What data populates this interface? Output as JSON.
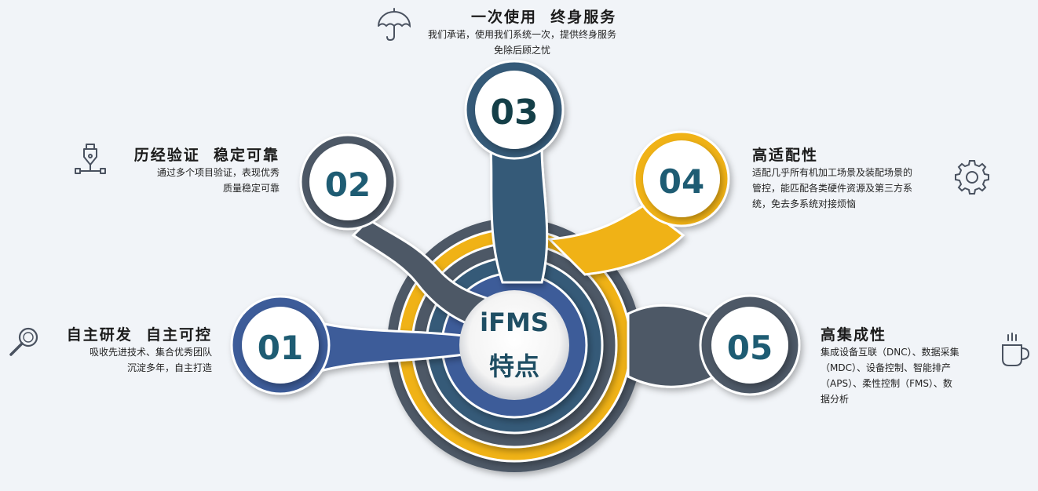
{
  "center": {
    "line1": "iFMS",
    "line2": "特点"
  },
  "features": [
    {
      "num": "01",
      "title": "自主研发  自主可控",
      "desc1": "吸收先进技术、集合优秀团队",
      "desc2": "沉淀多年，自主打造",
      "icon": "magnifier-icon",
      "color": "#3c5c99"
    },
    {
      "num": "02",
      "title": "历经验证  稳定可靠",
      "desc1": "通过多个项目验证，表现优秀",
      "desc2": "质量稳定可靠",
      "icon": "pen-nib-icon",
      "color": "#4d5866"
    },
    {
      "num": "03",
      "title": "一次使用  终身服务",
      "desc1": "我们承诺，使用我们系统一次，提供终身服务",
      "desc2": "免除后顾之忧",
      "icon": "umbrella-icon",
      "color": "#355a78"
    },
    {
      "num": "04",
      "title": "高适配性",
      "desc1": "适配几乎所有机加工场景及装配场景的",
      "desc2": "管控，能匹配各类硬件资源及第三方系",
      "desc3": "统，免去多系统对接烦恼",
      "icon": "gear-icon",
      "color": "#f0b215"
    },
    {
      "num": "05",
      "title": "高集成性",
      "desc1": "集成设备互联（DNC）、数据采集",
      "desc2": "（MDC）、设备控制、智能排产",
      "desc3": "（APS）、柔性控制（FMS）、数",
      "desc4": "据分析",
      "icon": "coffee-cup-icon",
      "color": "#4d5866"
    }
  ]
}
